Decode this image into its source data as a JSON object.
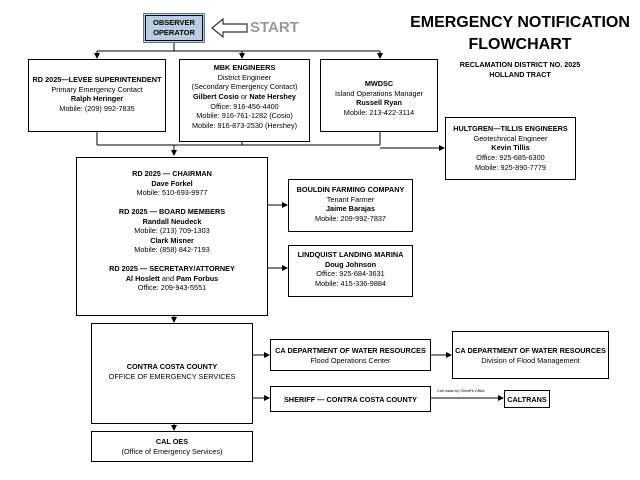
{
  "title": {
    "line1": "EMERGENCY NOTIFICATION",
    "line2": "FLOWCHART"
  },
  "subtitle": {
    "line1": "RECLAMATION DISTRICT NO. 2025",
    "line2": "HOLLAND TRACT"
  },
  "observer": {
    "line1": "OBSERVER",
    "line2": "OPERATOR"
  },
  "start_label": "START",
  "superintendent": {
    "heading": "RD 2025—LEVEE SUPERINTENDENT",
    "role": "Primary Emergency Contact",
    "name": "Ralph Heringer",
    "mobile": "Mobile:  (209) 992-7835"
  },
  "mbk": {
    "heading": "MBK ENGINEERS",
    "role": "District Engineer",
    "role2": "(Secondary Emergency Contact)",
    "name1": "Gilbert Cosio",
    "or": " or ",
    "name2": "Nate Hershey",
    "office": "Office: 916-456-4400",
    "mobile1": "Mobile: 916-761-1282 (Cosio)",
    "mobile2": "Mobile: 916-873-2530 (Hershey)"
  },
  "mwdsc": {
    "heading": "MWDSC",
    "role": "Island Operations Manager",
    "name": "Russell Ryan",
    "mobile": "Mobile: 213-422-3114"
  },
  "hultgren": {
    "heading": "HULTGREN—TILLIS  ENGINEERS",
    "role": "Geotechnical Engineer",
    "name": "Kevin Tillis",
    "office": "Office: 925-685-6300",
    "mobile": "Mobile: 925-890-7779"
  },
  "board": {
    "chairman_heading": "RD 2025 — CHAIRMAN",
    "chairman_name": "Dave Forkel",
    "chairman_mobile": "Mobile: 510-693-9977",
    "members_heading": "RD 2025 — BOARD MEMBERS",
    "member1_name": "Randall Neudeck",
    "member1_mobile": "Mobile: (213) 709-1303",
    "member2_name": "Clark Misner",
    "member2_mobile": "Mobile: (858) 842-7193",
    "secretary_heading": "RD 2025 — SECRETARY/ATTORNEY",
    "secretary_name1": "Al Hoslett",
    "secretary_and": " and ",
    "secretary_name2": "Pam Forbus",
    "secretary_office": "Office: 209-943-5551"
  },
  "bouldin": {
    "heading": "BOULDIN FARMING COMPANY",
    "role": "Tenant Farmer",
    "name": "Jaime Barajas",
    "mobile": "Mobile: 209-992-7837"
  },
  "lindquist": {
    "heading": "LINDQUIST LANDING MARINA",
    "name": "Doug Johnson",
    "office": "Office:  925-684-3631",
    "mobile": "Mobile: 415-336-9884"
  },
  "contra_costa": {
    "line1": "CONTRA COSTA COUNTY",
    "line2": "OFFICE OF EMERGENCY SERVICES"
  },
  "dwr_flood_ops": {
    "line1": "CA DEPARTMENT OF WATER RESOURCES",
    "line2": "Flood Operations Center"
  },
  "dwr_division": {
    "line1": "CA DEPARTMENT OF WATER RESOURCES",
    "line2": "Division of Flood Management"
  },
  "sheriff": {
    "line1": "SHERIFF — CONTRA COSTA COUNTY"
  },
  "caltrans": {
    "line1": "CALTRANS"
  },
  "call_note": "Call made by Sheriff's Office",
  "cal_oes": {
    "line1": "CAL OES",
    "line2": "(Office of Emergency Services)"
  }
}
